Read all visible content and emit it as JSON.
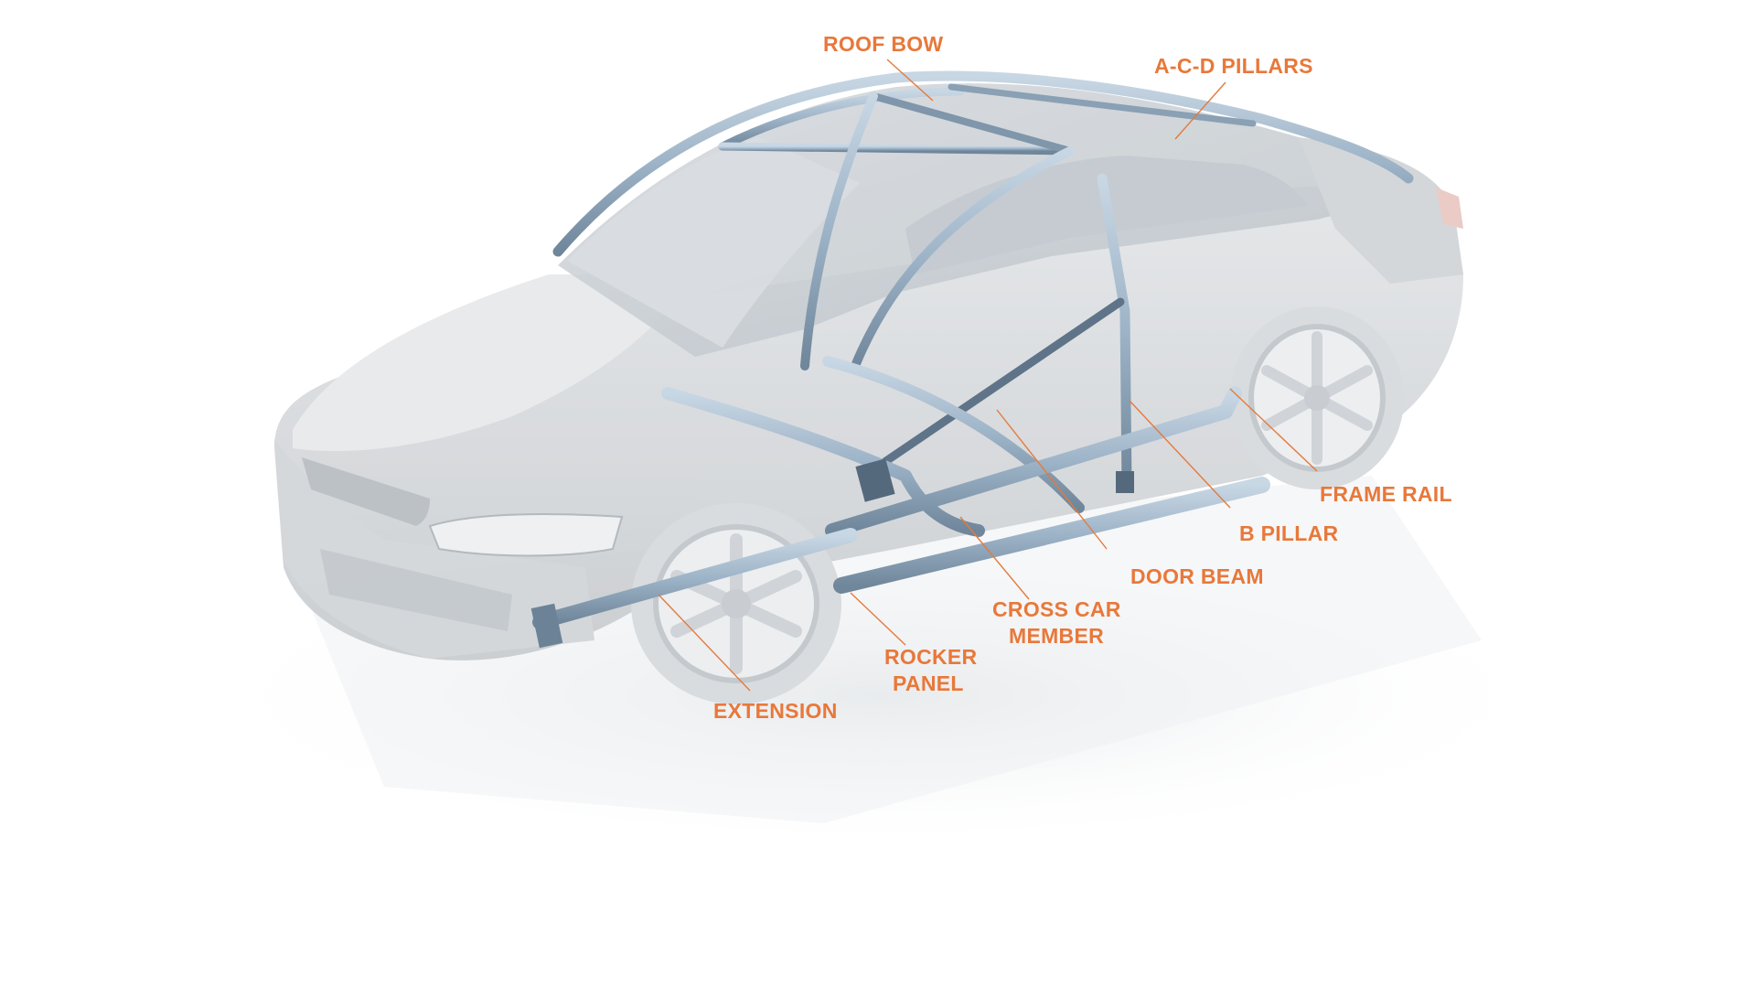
{
  "colors": {
    "label": "#e8783a",
    "leader": "#e47a3c",
    "body": "#d9dcdf",
    "body_shade": "#c7cbcf",
    "glass": "#bfc5ca",
    "structure": "#9fb4c8",
    "structure_dark": "#5f7488",
    "background": "#ffffff"
  },
  "labels": {
    "roof_bow": "ROOF BOW",
    "acd_pillars": "A-C-D PILLARS",
    "frame_rail": "FRAME RAIL",
    "b_pillar": "B PILLAR",
    "door_beam": "DOOR BEAM",
    "cross_car_member_1": "CROSS CAR",
    "cross_car_member_2": "MEMBER",
    "rocker_panel_1": "ROCKER",
    "rocker_panel_2": "PANEL",
    "extension": "EXTENSION"
  }
}
